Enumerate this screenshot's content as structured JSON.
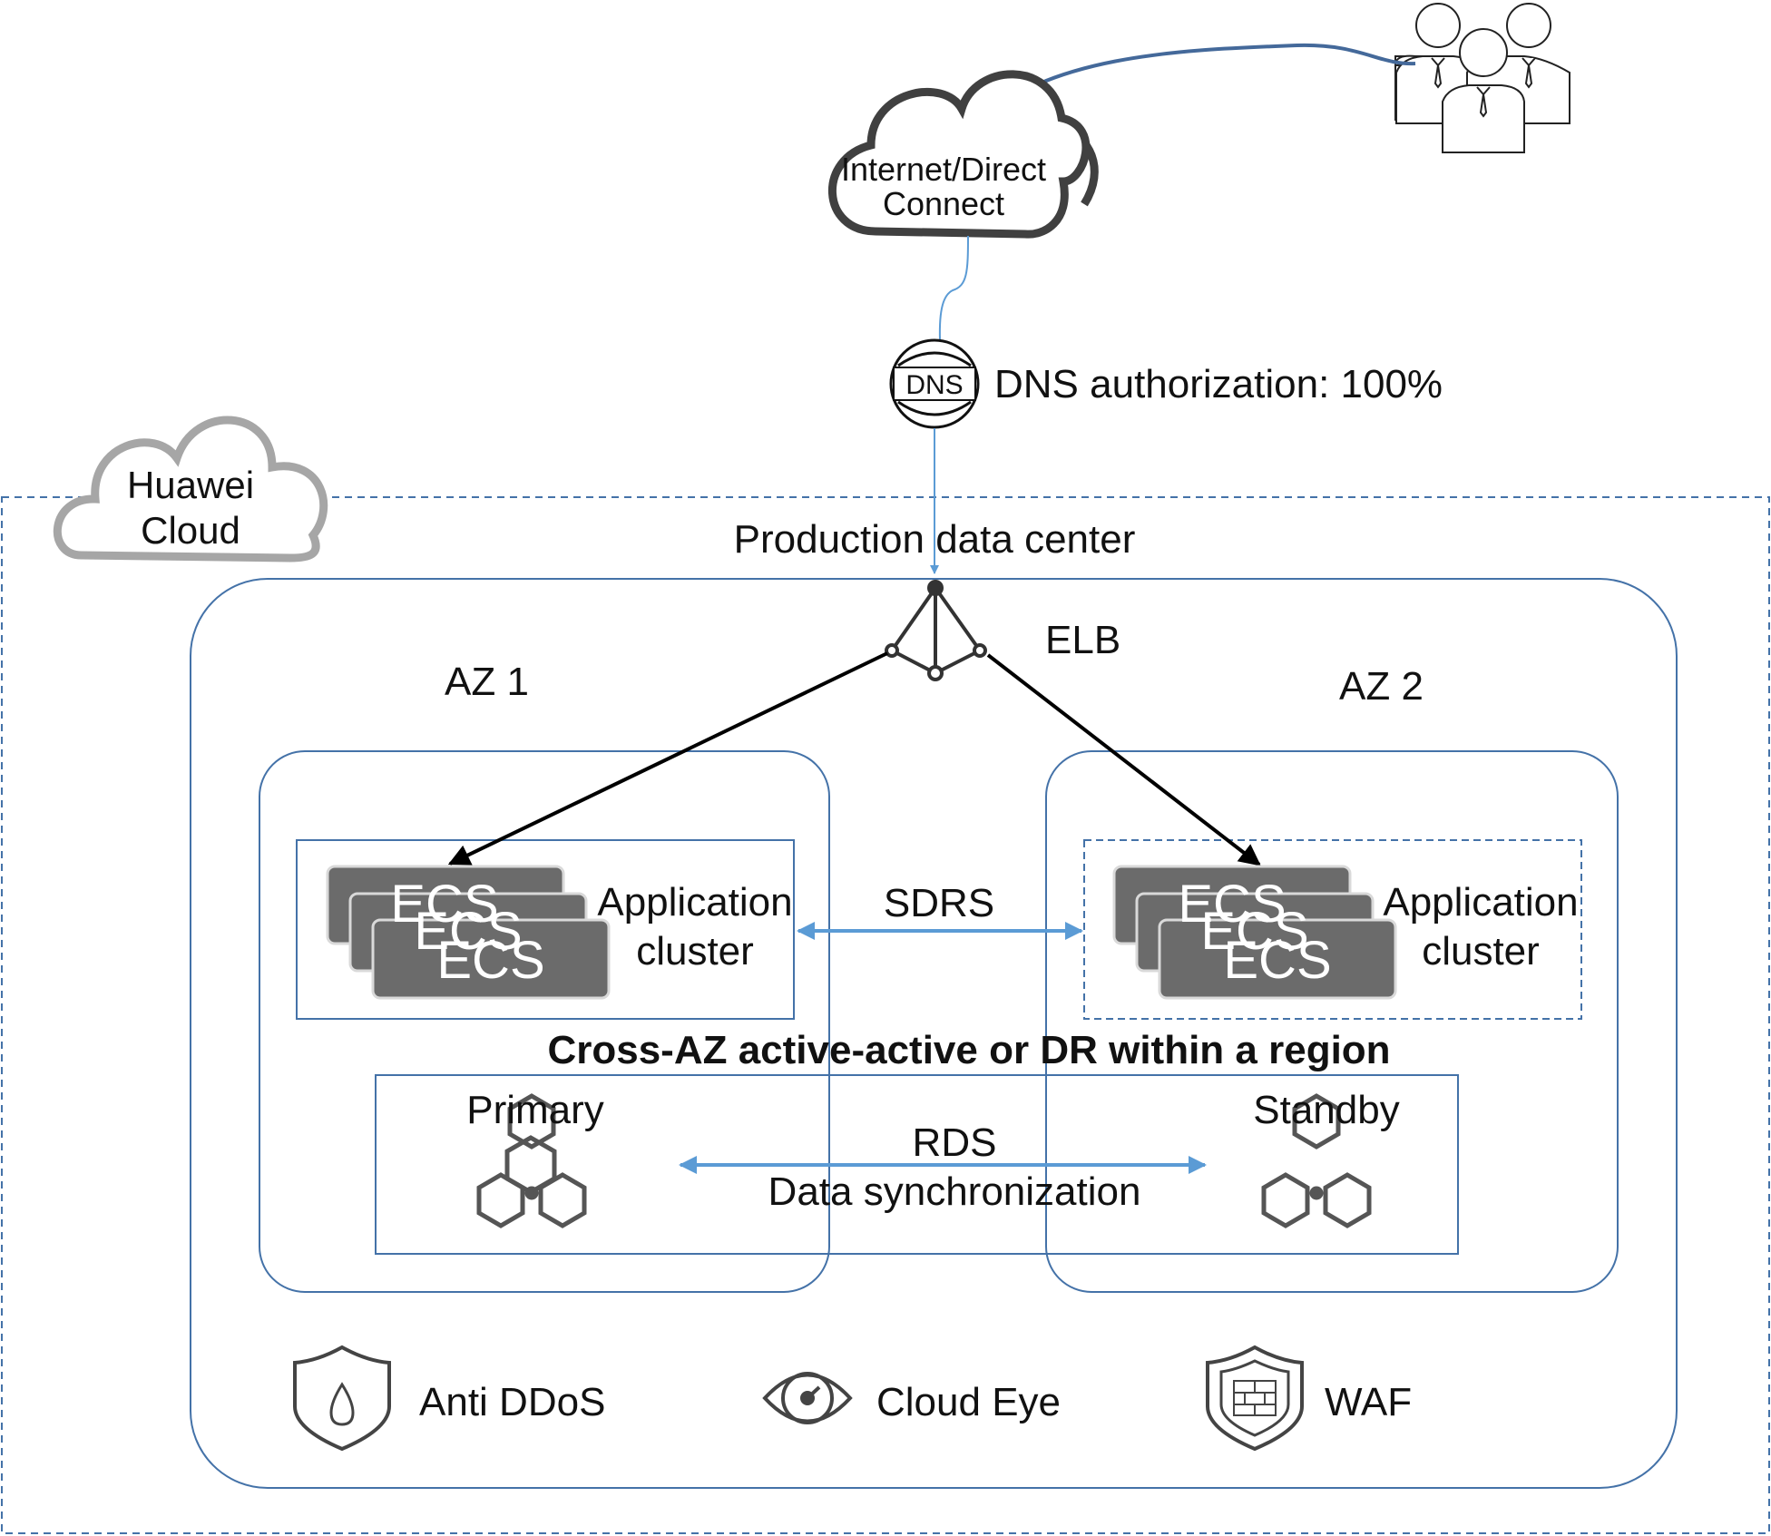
{
  "internet": {
    "line1": "Internet/Direct",
    "line2": "Connect"
  },
  "dns": {
    "label": "DNS authorization: 100%",
    "icon_text": "DNS"
  },
  "huawei_cloud": {
    "line1": "Huawei",
    "line2": "Cloud"
  },
  "production": {
    "title": "Production data center",
    "elb_label": "ELB"
  },
  "az1": {
    "title": "AZ 1",
    "ecs_label": "ECS",
    "cluster_line1": "Application",
    "cluster_line2": "cluster",
    "db_label": "Primary"
  },
  "az2": {
    "title": "AZ 2",
    "ecs_label": "ECS",
    "cluster_line1": "Application",
    "cluster_line2": "cluster",
    "db_label": "Standby"
  },
  "sdrs_label": "SDRS",
  "cross_az_title": "Cross-AZ active-active or DR within a region",
  "rds": {
    "line1": "RDS",
    "line2": "Data synchronization"
  },
  "services": [
    {
      "label": "Anti DDoS",
      "icon": "shield-drop-icon"
    },
    {
      "label": "Cloud Eye",
      "icon": "eye-gauge-icon"
    },
    {
      "label": "WAF",
      "icon": "shield-firewall-icon"
    }
  ],
  "colors": {
    "blue_border": "#4472a8",
    "arrow_blue": "#5b9bd5",
    "ecs_fill": "#6b6b6b",
    "cloud_stroke": "#404040",
    "huawei_cloud_stroke": "#a6a6a6"
  }
}
